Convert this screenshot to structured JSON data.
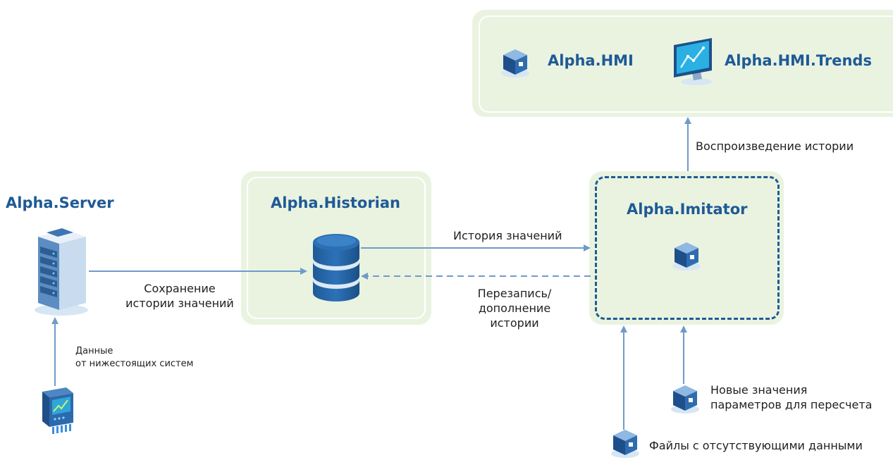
{
  "nodes": {
    "server": {
      "title": "Alpha.Server"
    },
    "historian": {
      "title": "Alpha.Historian"
    },
    "imitator": {
      "title": "Alpha.Imitator"
    },
    "hmi": {
      "title": "Alpha.HMI"
    },
    "hmi_trends": {
      "title": "Alpha.HMI.Trends"
    }
  },
  "edges": {
    "lower_systems": [
      "Данные",
      "от нижестоящих систем"
    ],
    "save_history": [
      "Сохранение",
      "истории значений"
    ],
    "value_history": "История значений",
    "rewrite": [
      "Перезапись/",
      "дополнение",
      "истории"
    ],
    "playback": "Воспроизведение истории",
    "new_values": [
      "Новые значения",
      "параметров для пересчета"
    ],
    "missing_files": "Файлы с отсутствующими данными"
  },
  "colors": {
    "accent": "#1e5a96",
    "arrow": "#6f9bc9",
    "box_fill": "#eaf3e0",
    "dashed_border": "#1e5b96"
  },
  "icons": {
    "server": "server-rack-icon",
    "historian": "database-icon",
    "imitator": "cube-icon",
    "hmi": "cube-icon",
    "hmi_trends": "monitor-chart-icon",
    "device": "controller-device-icon",
    "new_values": "cube-icon",
    "missing_files": "cube-icon"
  }
}
